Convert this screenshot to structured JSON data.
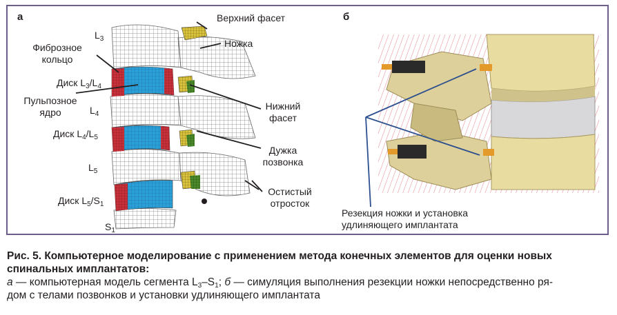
{
  "panel_a": {
    "letter": "а",
    "labels": {
      "upper_facet": "Верхний фасет",
      "L3": "L",
      "L3_sub": "3",
      "pedicle": "Ножка",
      "fibrous_ring_line1": "Фиброзное",
      "fibrous_ring_line2": "кольцо",
      "disc_L3L4_a": "Диск L",
      "disc_L3L4_s1": "3",
      "disc_L3L4_b": "/L",
      "disc_L3L4_s2": "4",
      "nucleus_line1": "Пульпозное",
      "nucleus_line2": "ядро",
      "L4": "L",
      "L4_sub": "4",
      "lower_facet_line1": "Нижний",
      "lower_facet_line2": "фасет",
      "disc_L4L5_a": "Диск L",
      "disc_L4L5_s1": "4",
      "disc_L4L5_b": "/L",
      "disc_L4L5_s2": "5",
      "arch_line1": "Дужка",
      "arch_line2": "позвонка",
      "L5": "L",
      "L5_sub": "5",
      "spinous_line1": "Остистый",
      "spinous_line2": "отросток",
      "disc_L5S1_a": "Диск L",
      "disc_L5S1_s1": "5",
      "disc_L5S1_b": "/S",
      "disc_L5S1_s2": "1",
      "S1": "S",
      "S1_sub": "1"
    }
  },
  "panel_b": {
    "letter": "б",
    "callout_line1": "Резекция ножки и установка",
    "callout_line2": "удлиняющего имплантата"
  },
  "caption": {
    "title": "Рис. 5. Компьютерное моделирование с применением метода конечных элементов для оценки новых спинальных имплантатов:",
    "a_letter": "а",
    "a_text": " — компьютерная модель сегмента L",
    "a_sub1": "3",
    "a_dash": "–S",
    "a_sub2": "1",
    "b_sep": "; ",
    "b_letter": "б",
    "b_text": " — симуляция выполнения резекции ножки непосредственно ря-",
    "line3": "дом с телами позвонков и установки удлиняющего имплантата"
  },
  "colors": {
    "frame": "#6d5d8c",
    "disc_ring": "#c8303a",
    "disc_nucleus": "#2a9fd8",
    "mesh": "#6a6a6a",
    "facet_yellow": "#d9c23c",
    "facet_green": "#4b8a2a",
    "bone_beige": "#e8dca0",
    "callout_line": "#2b4f8f"
  }
}
